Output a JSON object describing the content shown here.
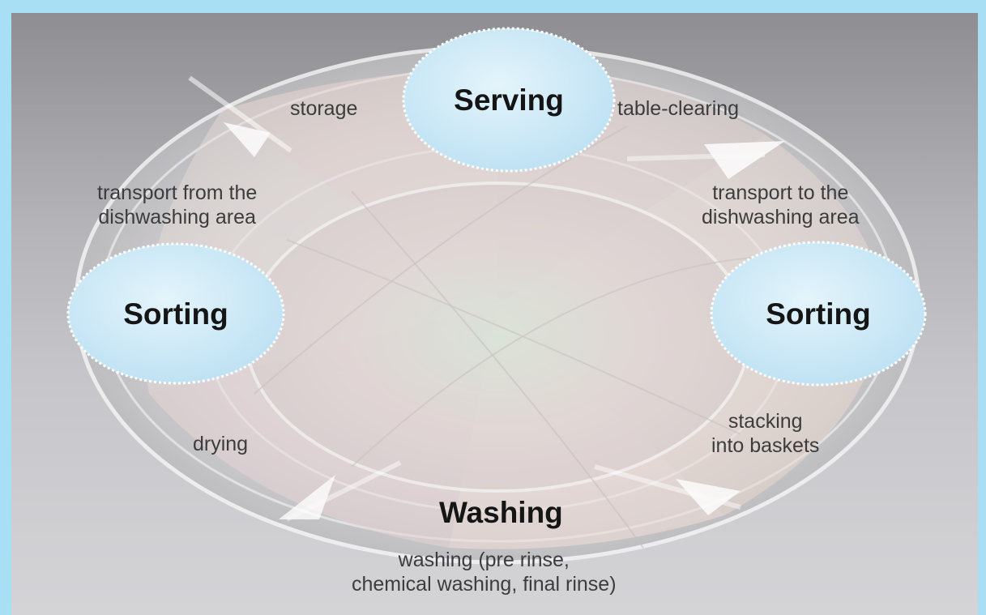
{
  "stages": {
    "top": "Serving",
    "left": "Sorting",
    "right": "Sorting",
    "bottom": "Washing"
  },
  "steps": {
    "storage": "storage",
    "table_clearing": "table-clearing",
    "transport_from_line1": "transport from the",
    "transport_from_line2": "dishwashing area",
    "transport_to_line1": "transport to the",
    "transport_to_line2": "dishwashing area",
    "drying": "drying",
    "stacking_line1": "stacking",
    "stacking_line2": "into baskets",
    "washing_line1": "washing (pre rinse,",
    "washing_line2": "chemical washing, final rinse)"
  },
  "colors": {
    "background_frame": "#a9dff5",
    "bubble_fill": "#cde9f6",
    "bubble_stroke": "#ffffff"
  }
}
